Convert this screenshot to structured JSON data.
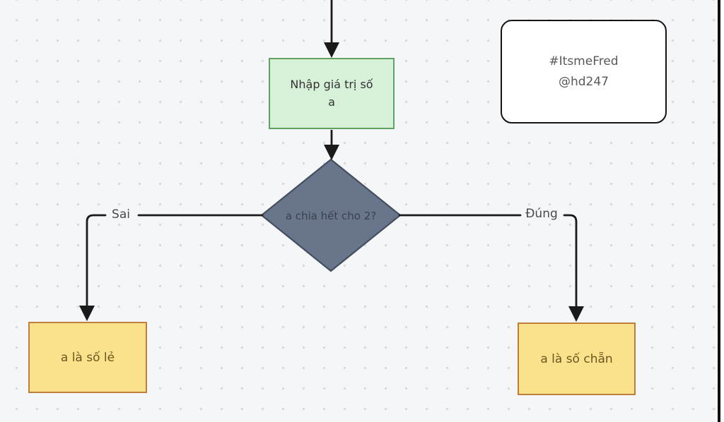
{
  "diagram": {
    "background": {
      "color": "#f5f6f8",
      "dot_color": "#d8d9dd"
    },
    "nodes": {
      "input_box": {
        "line1": "Nhập giá trị số",
        "line2": "a",
        "fill": "#d7f0d8",
        "border": "#5fa360",
        "text_color": "#333333"
      },
      "decision_diamond": {
        "label": "a chia hết cho 2?",
        "fill": "#68758a",
        "border": "#434e5e",
        "text_color": "#39414f"
      },
      "odd_box": {
        "label": "a là số lẻ",
        "fill": "#fae28c",
        "border": "#bf7e3b",
        "text_color": "#6b5620"
      },
      "even_box": {
        "label": "a là số chẵn",
        "fill": "#fae28c",
        "border": "#bf7e3b",
        "text_color": "#6b5620"
      }
    },
    "edges": {
      "false_branch": {
        "label": "Sai"
      },
      "true_branch": {
        "label": "Đúng"
      },
      "stroke_color": "#1a1a1a"
    },
    "watermark": {
      "line1": "#ItsmeFred",
      "line2": "@hd247",
      "text_color": "#595959"
    }
  }
}
